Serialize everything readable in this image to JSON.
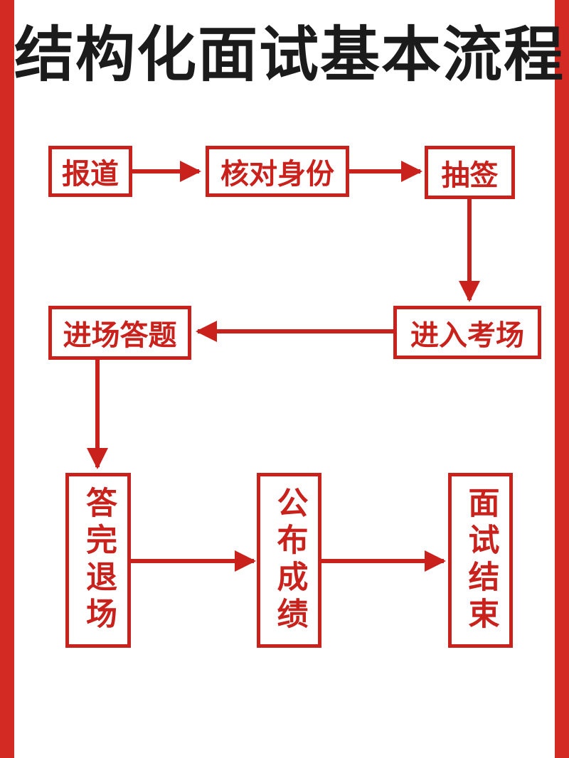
{
  "title": "结构化面试基本流程",
  "colors": {
    "accent": "#c9221d",
    "border": "#d42a24",
    "title": "#1b1b1b"
  },
  "nodes": [
    {
      "id": "report",
      "label": "报道"
    },
    {
      "id": "verify-id",
      "label": "核对身份"
    },
    {
      "id": "draw-lots",
      "label": "抽签"
    },
    {
      "id": "enter-room",
      "label": "进入考场"
    },
    {
      "id": "answer",
      "label": "进场答题"
    },
    {
      "id": "finish-exit",
      "label": "答完退场"
    },
    {
      "id": "announce",
      "label": "公布成绩"
    },
    {
      "id": "end",
      "label": "面试结束"
    }
  ]
}
